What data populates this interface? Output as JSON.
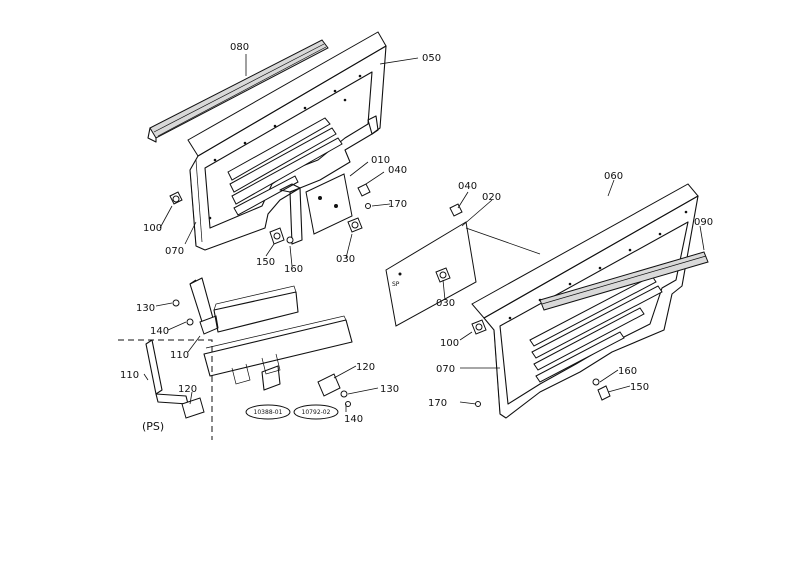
{
  "labels": {
    "p080": "080",
    "p050": "050",
    "p010": "010",
    "p040a": "040",
    "p170a": "170",
    "p100a": "100",
    "p070a": "070",
    "p150a": "150",
    "p160a": "160",
    "p030a": "030",
    "p040b": "040",
    "p020": "020",
    "p060": "060",
    "p090": "090",
    "p030b": "030",
    "p100b": "100",
    "p070b": "070",
    "p160b": "160",
    "p150b": "150",
    "p170b": "170",
    "p130a": "130",
    "p140a": "140",
    "p110a": "110",
    "p110b": "110",
    "p120a": "120",
    "p120b": "120",
    "p130b": "130",
    "p140b": "140",
    "ps": "(PS)"
  },
  "serials": {
    "left": "10388-01",
    "right": "10792-02"
  }
}
